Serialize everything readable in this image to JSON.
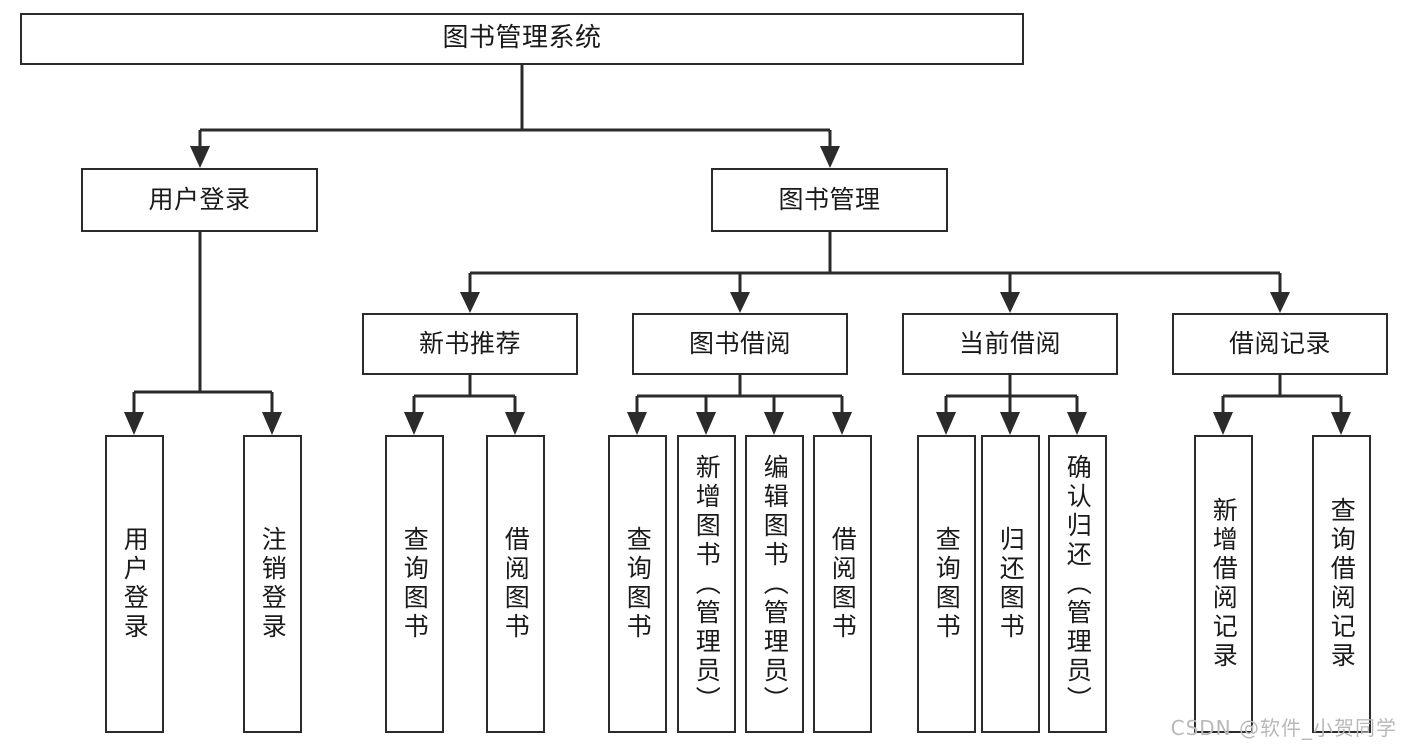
{
  "diagram": {
    "title": "图书管理系统",
    "watermark": "CSDN @软件_小贺同学",
    "colors": {
      "line": "#2b2b2b",
      "box_fill": "#ffffff",
      "text": "#1a1a1a",
      "watermark": "#b9b9b9"
    },
    "root": {
      "label": "图书管理系统"
    },
    "level2": [
      {
        "label": "用户登录"
      },
      {
        "label": "图书管理"
      }
    ],
    "level3": [
      {
        "label": "新书推荐"
      },
      {
        "label": "图书借阅"
      },
      {
        "label": "当前借阅"
      },
      {
        "label": "借阅记录"
      }
    ],
    "leaves": {
      "user_login": [
        {
          "label": "用户登录"
        },
        {
          "label": "注销登录"
        }
      ],
      "new_book": [
        {
          "label": "查询图书"
        },
        {
          "label": "借阅图书"
        }
      ],
      "book_borrow": [
        {
          "label": "查询图书"
        },
        {
          "label": "新增图书（管理员）"
        },
        {
          "label": "编辑图书（管理员）"
        },
        {
          "label": "借阅图书"
        }
      ],
      "current_borrow": [
        {
          "label": "查询图书"
        },
        {
          "label": "归还图书"
        },
        {
          "label": "确认归还（管理员）"
        }
      ],
      "borrow_record": [
        {
          "label": "新增借阅记录"
        },
        {
          "label": "查询借阅记录"
        }
      ]
    }
  }
}
